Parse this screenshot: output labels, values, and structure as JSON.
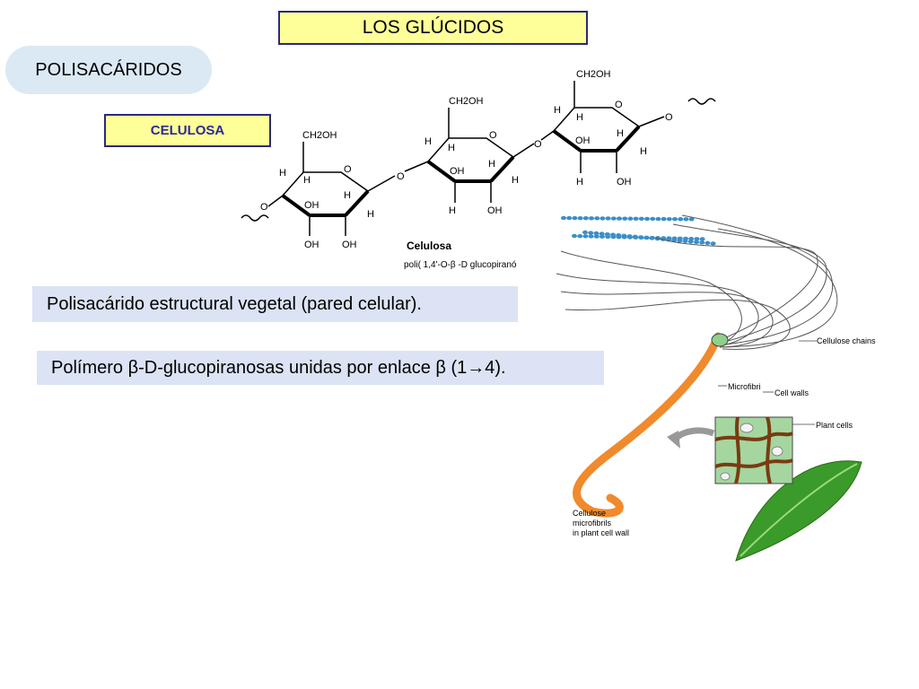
{
  "title": "LOS GLÚCIDOS",
  "section": "POLISACÁRIDOS",
  "subsection": "CELULOSA",
  "notes": [
    "Polisacárido estructural vegetal (pared celular).",
    "Polímero β-D-glucopiranosas unidas por enlace β (1→4)."
  ],
  "structure": {
    "ch2oh": [
      "CH2OH",
      "CH2OH",
      "CH2OH"
    ],
    "h": "H",
    "oh": "OH",
    "o": "O",
    "name": "Celulosa",
    "formula": "poli( 1,4'-O-β -D glucopiranó"
  },
  "figure_labels": {
    "chains": "Cellulose chains",
    "microfibril": "Microfibri",
    "cell_walls": "Cell walls",
    "plant_cells": "Plant cells",
    "caption": [
      "Cellulose",
      "microfibrils",
      "in plant cell wall"
    ]
  },
  "colors": {
    "title_bg": "#ffff99",
    "border": "#2a2a7a",
    "pill_bg": "#dbe9f4",
    "note_bg": "#dbe3f4",
    "microfibril": "#f08a2c",
    "cell_wall": "#7a3b10",
    "leaf": "#3a9a2a",
    "chain": "#3a8fc8"
  }
}
